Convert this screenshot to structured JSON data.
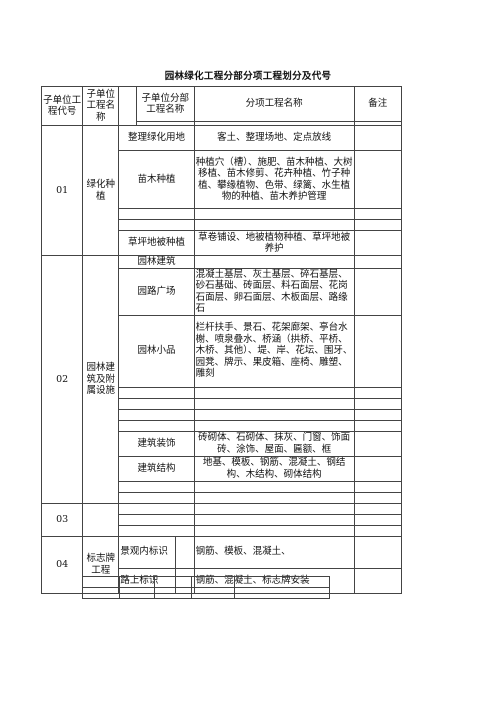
{
  "title": "园林绿化工程分部分项工程划分及代号",
  "headers": {
    "code": "子单位工程代号",
    "name": "子单位工程名称",
    "subpart": "子单位分部工程名称",
    "items": "分项工程名称",
    "note": "备注"
  },
  "sections": {
    "s01": {
      "code": "01",
      "name": "绿化种植",
      "rows": [
        {
          "sub": "整理绿化用地",
          "items": "客土、整理场地、定点放线"
        },
        {
          "sub": "苗木种植",
          "items": "种植穴（槽）、施肥、苗木种植、大树移植、苗木修剪、花卉种植、竹子种植、攀缘植物、色带、绿篱、水生植物的种植、苗木养护管理"
        },
        {
          "sub": "草坪地被种植",
          "items": "草卷铺设、地被植物种植、草坪地被养护"
        }
      ]
    },
    "s02": {
      "code": "02",
      "name": "园林建筑及附属设施",
      "rows": [
        {
          "sub": "园林建筑",
          "items": ""
        },
        {
          "sub": "园路广场",
          "items": "混凝土基层、灰土基层、碎石基层、砂石基础、砖面层、料石面层、花岗石面层、卵石面层、木板面层、路缘石"
        },
        {
          "sub": "园林小品",
          "items": "栏杆扶手、景石、花架廊架、亭台水榭、喷泉叠水、桥涵（拱桥、平桥、木桥、其他）、堤、岸、花坛、围牙、园凳、牌示、果皮箱、座椅、雕塑、雕刻"
        },
        {
          "sub": "建筑装饰",
          "items": "砖砌体、石砌体、抹灰、门窗、饰面砖、涂饰、屋面、匾额、框"
        },
        {
          "sub": "建筑结构",
          "items": "地基、模板、钢筋、混凝土、钢结构、木结构、砌体结构"
        }
      ]
    },
    "s03": {
      "code": "03"
    },
    "s04": {
      "code": "04",
      "name": "标志牌工程",
      "rows": [
        {
          "sub": "景观内标识",
          "items": "钢筋、模板、混凝土、"
        },
        {
          "sub": "路上标识",
          "items": "钢筋、混凝土、标志牌安装"
        }
      ]
    }
  }
}
